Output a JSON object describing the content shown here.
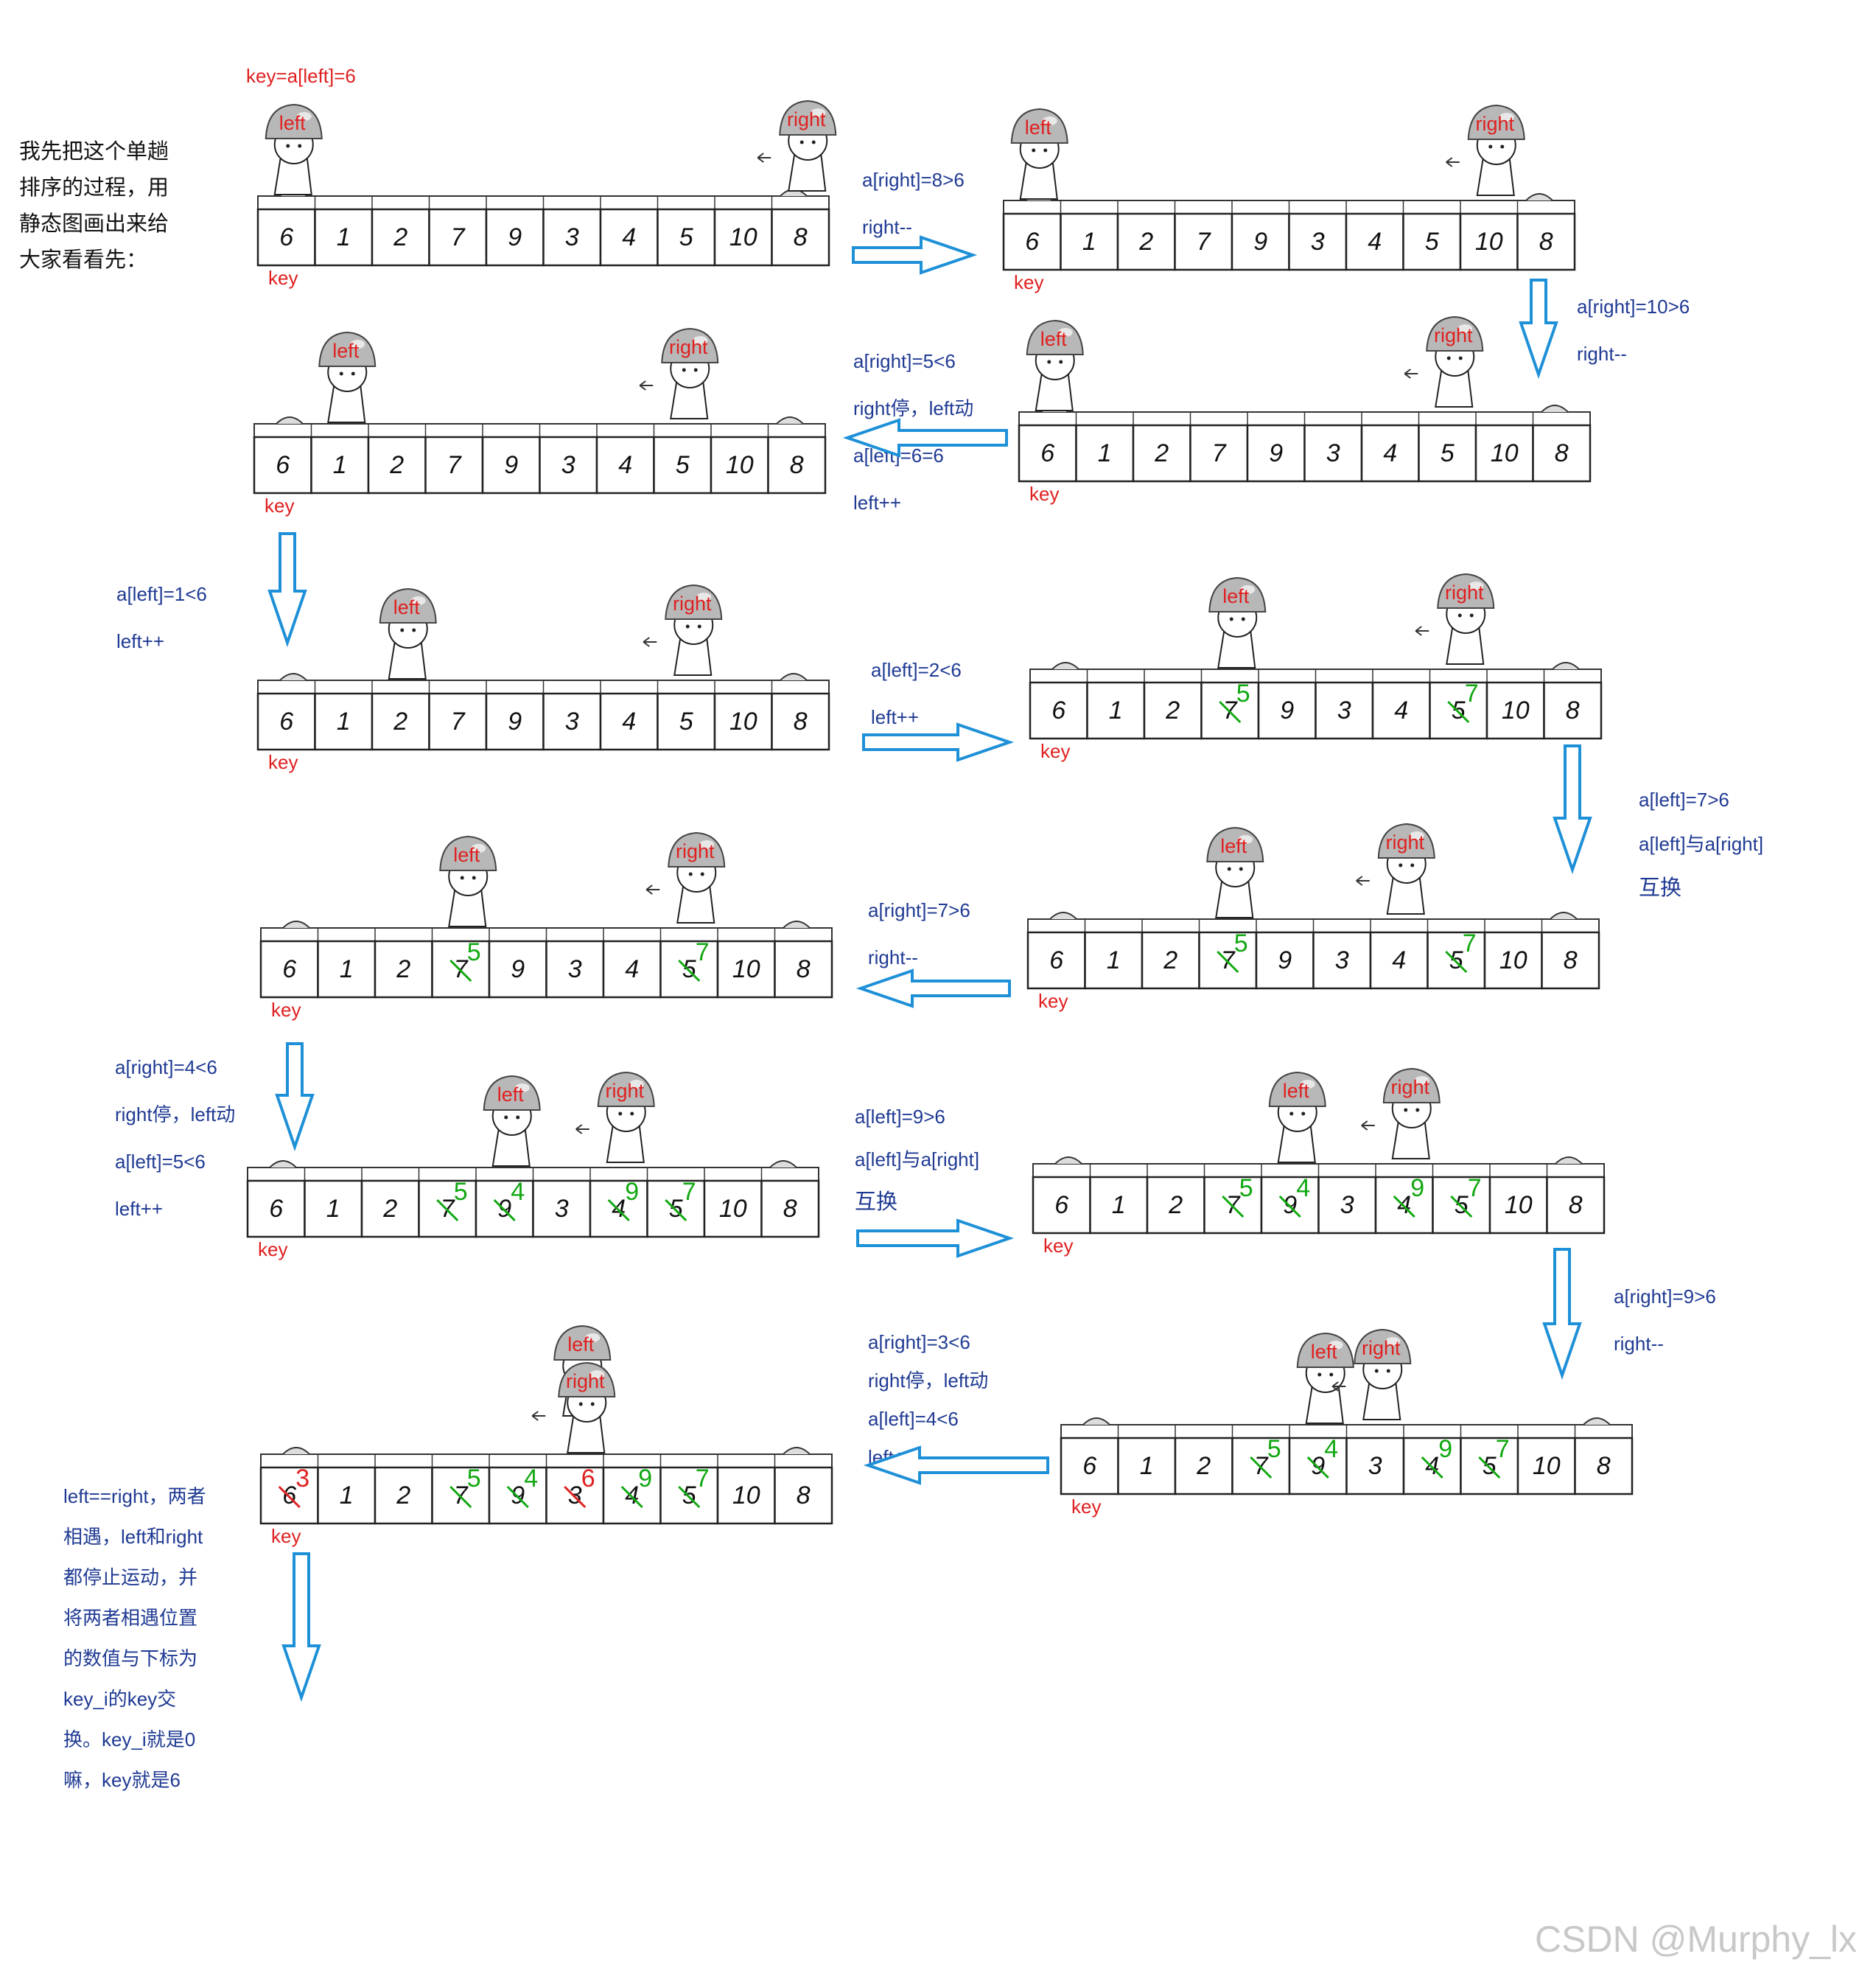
{
  "intro": [
    "我先把这个单趟",
    "排序的过程，用",
    "静态图画出来给",
    "大家看看先："
  ],
  "key_formula": "key=a[left]=6",
  "labels": {
    "left": "left",
    "right": "right",
    "key": "key"
  },
  "steps": [
    {
      "values": [
        "6",
        "1",
        "2",
        "7",
        "9",
        "3",
        "4",
        "5",
        "10",
        "8"
      ]
    },
    {
      "values": [
        "6",
        "1",
        "2",
        "7",
        "9",
        "3",
        "4",
        "5",
        "10",
        "8"
      ]
    },
    {
      "values": [
        "6",
        "1",
        "2",
        "7",
        "9",
        "3",
        "4",
        "5",
        "10",
        "8"
      ]
    },
    {
      "values": [
        "6",
        "1",
        "2",
        "7",
        "9",
        "3",
        "4",
        "5",
        "10",
        "8"
      ]
    },
    {
      "values": [
        "6",
        "1",
        "2",
        "7",
        "9",
        "3",
        "4",
        "5",
        "10",
        "8"
      ]
    },
    {
      "values": [
        "6",
        "1",
        "2",
        "7",
        "9",
        "3",
        "4",
        "5",
        "10",
        "8"
      ],
      "corrections": {
        "3": "5",
        "7": "7"
      }
    },
    {
      "values": [
        "6",
        "1",
        "2",
        "7",
        "9",
        "3",
        "4",
        "5",
        "10",
        "8"
      ],
      "corrections": {
        "3": "5",
        "7": "7"
      }
    },
    {
      "values": [
        "6",
        "1",
        "2",
        "7",
        "9",
        "3",
        "4",
        "5",
        "10",
        "8"
      ],
      "corrections": {
        "3": "5",
        "7": "7"
      }
    },
    {
      "values": [
        "6",
        "1",
        "2",
        "7",
        "9",
        "3",
        "4",
        "5",
        "10",
        "8"
      ],
      "corrections": {
        "3": "5",
        "4": "4",
        "6": "9",
        "7": "7"
      }
    },
    {
      "values": [
        "6",
        "1",
        "2",
        "7",
        "9",
        "3",
        "4",
        "5",
        "10",
        "8"
      ],
      "corrections": {
        "3": "5",
        "4": "4",
        "6": "9",
        "7": "7"
      }
    },
    {
      "values": [
        "6",
        "1",
        "2",
        "7",
        "9",
        "3",
        "4",
        "5",
        "10",
        "8"
      ],
      "corrections": {
        "3": "5",
        "4": "4",
        "6": "9",
        "7": "7"
      }
    },
    {
      "values": [
        "6",
        "1",
        "2",
        "7",
        "9",
        "3",
        "4",
        "5",
        "10",
        "8"
      ],
      "corrections": {
        "0": "3",
        "3": "5",
        "4": "4",
        "5": "6",
        "6": "9",
        "7": "7"
      }
    }
  ],
  "annotations": {
    "a1": [
      "a[right]=8>6",
      "right--"
    ],
    "a2": [
      "a[right]=10>6",
      "right--"
    ],
    "a3": [
      "a[right]=5<6",
      "right停，left动",
      "a[left]=6=6",
      "left++"
    ],
    "a4": [
      "a[left]=1<6",
      "left++"
    ],
    "a5": [
      "a[left]=2<6",
      "left++"
    ],
    "a6": [
      "a[left]=7>6",
      "a[left]与a[right]",
      "互换"
    ],
    "a7": [
      "a[right]=7>6",
      "right--"
    ],
    "a8": [
      "a[right]=4<6",
      "right停，left动",
      "a[left]=5<6",
      "left++"
    ],
    "a9": [
      "a[left]=9>6",
      "a[left]与a[right]",
      "互换"
    ],
    "a10": [
      "a[right]=9>6",
      "right--"
    ],
    "a11": [
      "a[right]=3<6",
      "right停，left动",
      "a[left]=4<6",
      "left++"
    ],
    "a12": [
      "left==right，两者",
      "相遇，left和right",
      "都停止运动，并",
      "将两者相遇位置",
      "的数值与下标为",
      "key_i的key交",
      "换。key_i就是0",
      "嘛，key就是6"
    ]
  },
  "watermark": "CSDN @Murphy_lx",
  "colors": {
    "annotation": "#1f3a93",
    "key": "#e02020",
    "arrow": "#1e90d8",
    "correction": "#12a812",
    "helmet": "#b8b8b8"
  }
}
